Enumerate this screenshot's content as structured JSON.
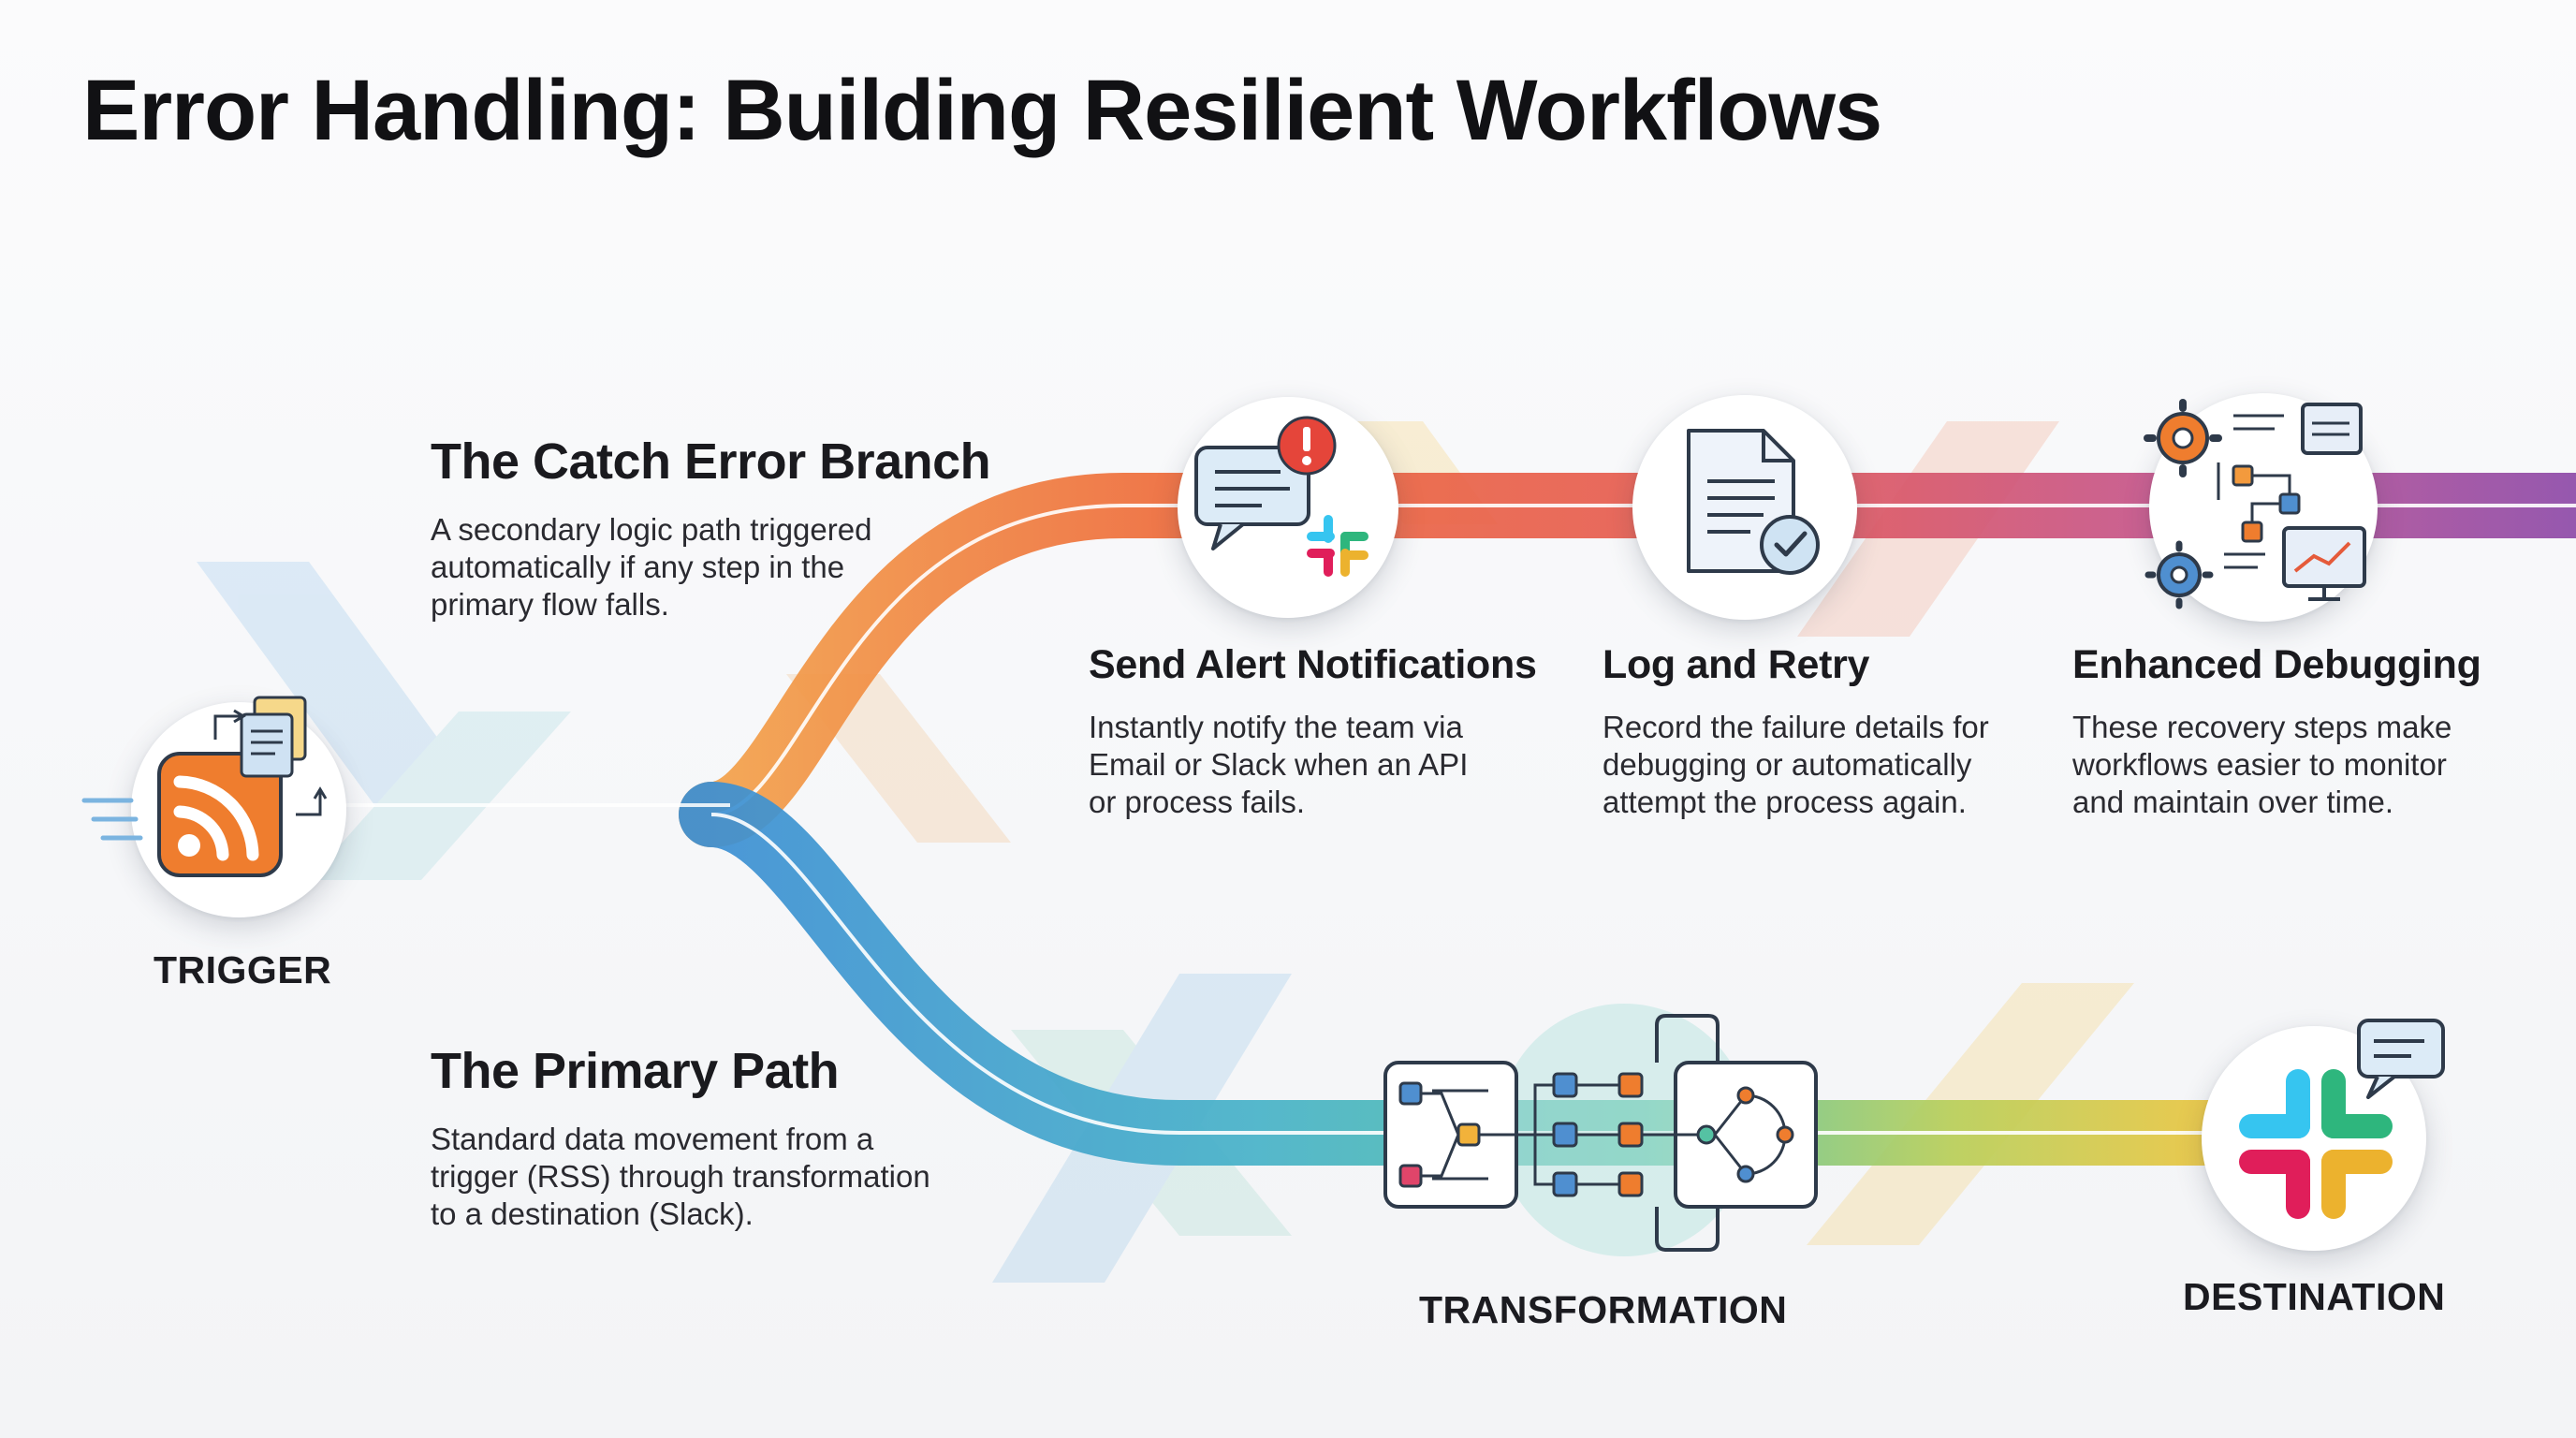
{
  "title": "Error Handling: Building Resilient Workflows",
  "catch_branch": {
    "heading": "The Catch Error Branch",
    "description_lines": [
      "A secondary logic path triggered",
      "automatically if any step in the",
      "primary flow falls."
    ]
  },
  "primary_path": {
    "heading": "The Primary Path",
    "description_lines": [
      "Standard data movement from a",
      "trigger (RSS) through transformation",
      "to a destination (Slack)."
    ]
  },
  "error_steps": [
    {
      "title": "Send Alert Notifications",
      "lines": [
        "Instantly notify the team via",
        "Email or Slack when an API",
        "or process fails."
      ],
      "icon": "alert-message-icon"
    },
    {
      "title": "Log and Retry",
      "lines": [
        "Record the failure details for",
        "debugging or automatically",
        "attempt the process again."
      ],
      "icon": "log-document-check-icon"
    },
    {
      "title": "Enhanced Debugging",
      "lines": [
        "These recovery steps make",
        "workflows easier to monitor",
        "and maintain over time."
      ],
      "icon": "debug-gears-icon"
    }
  ],
  "nodes": {
    "trigger": {
      "label": "TRIGGER",
      "icon": "rss-icon"
    },
    "transformation": {
      "label": "TRANSFORMATION",
      "icon": "workflow-nodes-icon"
    },
    "destination": {
      "label": "DESTINATION",
      "icon": "slack-icon"
    }
  },
  "colors": {
    "error_path_start": "#f08a3c",
    "error_path_mid": "#e8574a",
    "error_path_end": "#8e4aa8",
    "primary_path_start": "#3f8fd0",
    "primary_path_mid": "#4bbfae",
    "primary_path_end": "#f2c23a",
    "rss_orange": "#ef7d2e",
    "alert_red": "#e5453a"
  }
}
